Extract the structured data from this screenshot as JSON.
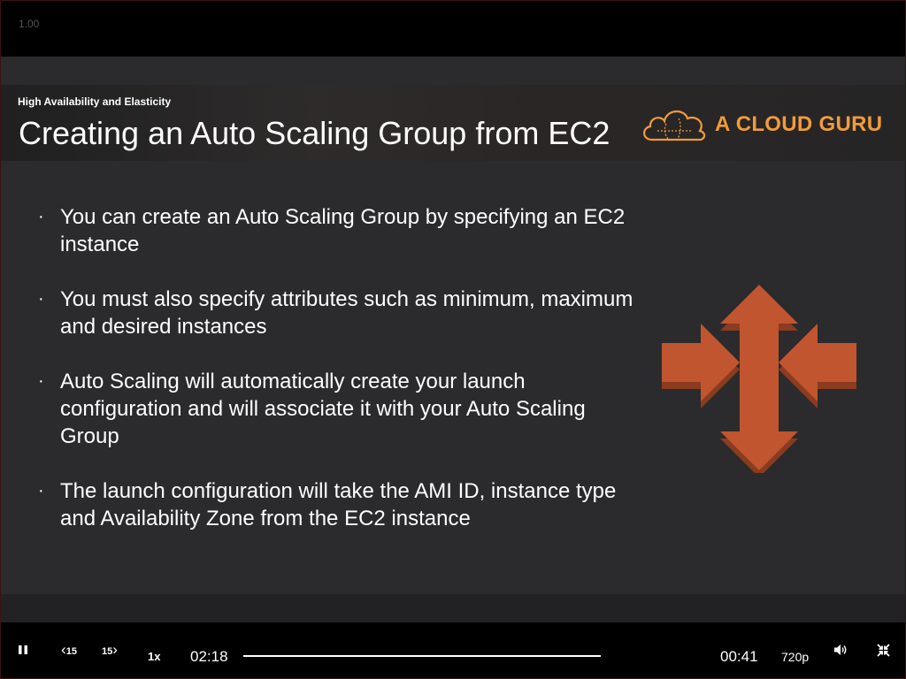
{
  "player": {
    "speed_readout": "1.00",
    "rate_label": "1x",
    "elapsed": "02:18",
    "remaining": "00:41",
    "quality": "720p",
    "skip_back_label": "15",
    "skip_forward_label": "15"
  },
  "slide": {
    "subtitle": "High Availability and Elasticity",
    "title": "Creating an Auto Scaling Group from EC2",
    "brand": "A CLOUD GURU",
    "bullets": [
      "You can create an Auto Scaling Group by specifying an EC2 instance",
      "You must also specify attributes such as minimum, maximum and desired instances",
      "Auto Scaling will automatically create your launch configuration and will associate it with your Auto Scaling Group",
      "The launch configuration will take the AMI ID, instance type and Availability Zone from the EC2 instance"
    ]
  },
  "icons": [
    "pause-icon",
    "skip-back-15-icon",
    "skip-forward-15-icon",
    "volume-icon",
    "exit-fullscreen-icon",
    "cloud-logo-icon",
    "auto-scaling-arrows-icon"
  ],
  "colors": {
    "brand_orange": "#f29b3b",
    "arrow_fill": "#c0552f",
    "arrow_shadow": "#8a3b20",
    "slide_bg": "#2b2a2c"
  }
}
